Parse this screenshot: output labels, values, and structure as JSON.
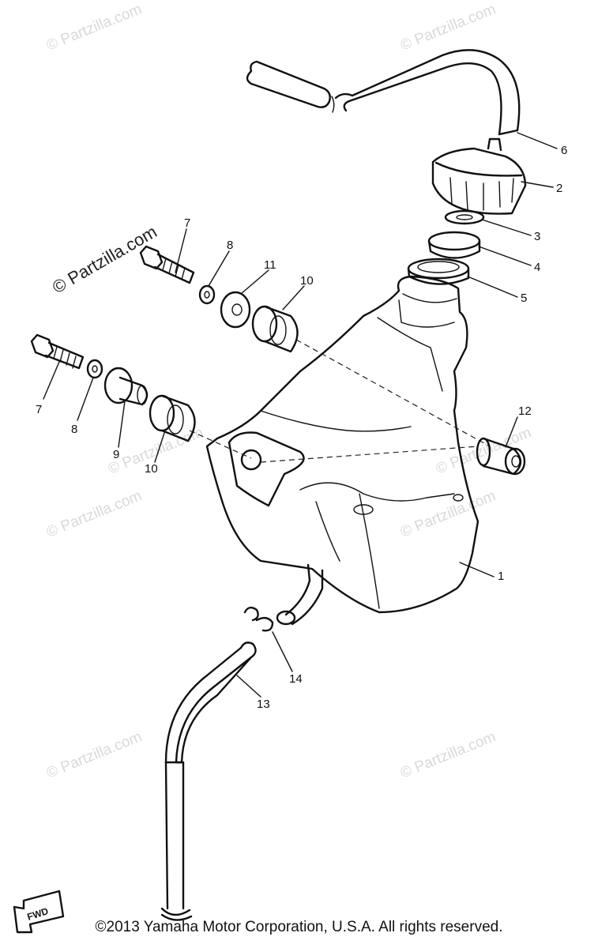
{
  "watermarks": {
    "main": "© Partzilla.com",
    "faint": "© Partzilla.com"
  },
  "callouts": [
    "1",
    "2",
    "3",
    "4",
    "5",
    "6",
    "7",
    "8",
    "9",
    "10",
    "11",
    "12",
    "13",
    "14"
  ],
  "fwd_label": "FWD",
  "copyright": "©2013 Yamaha Motor Corporation, U.S.A. All rights reserved."
}
